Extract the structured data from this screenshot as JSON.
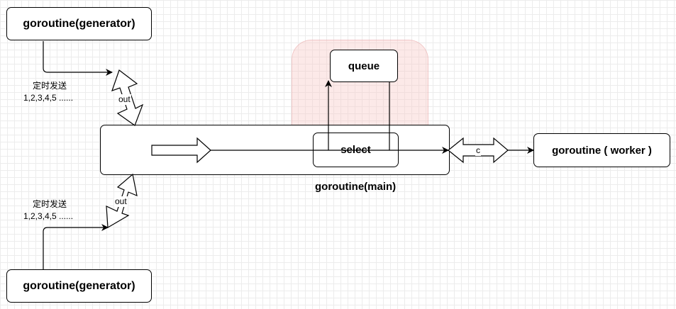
{
  "nodes": {
    "generator_top": "goroutine(generator)",
    "generator_bottom": "goroutine(generator)",
    "queue": "queue",
    "select": "select",
    "worker": "goroutine ( worker )",
    "main_label": "goroutine(main)"
  },
  "edges": {
    "top_send_label": "定时发送",
    "top_send_values": "1,2,3,4,5 ......",
    "top_channel": "out",
    "bottom_send_label": "定时发送",
    "bottom_send_values": "1,2,3,4,5 ......",
    "bottom_channel": "out",
    "worker_channel": "c"
  },
  "colors": {
    "highlight": "#f8cecc",
    "stroke": "#000000",
    "grid": "#ececec"
  }
}
